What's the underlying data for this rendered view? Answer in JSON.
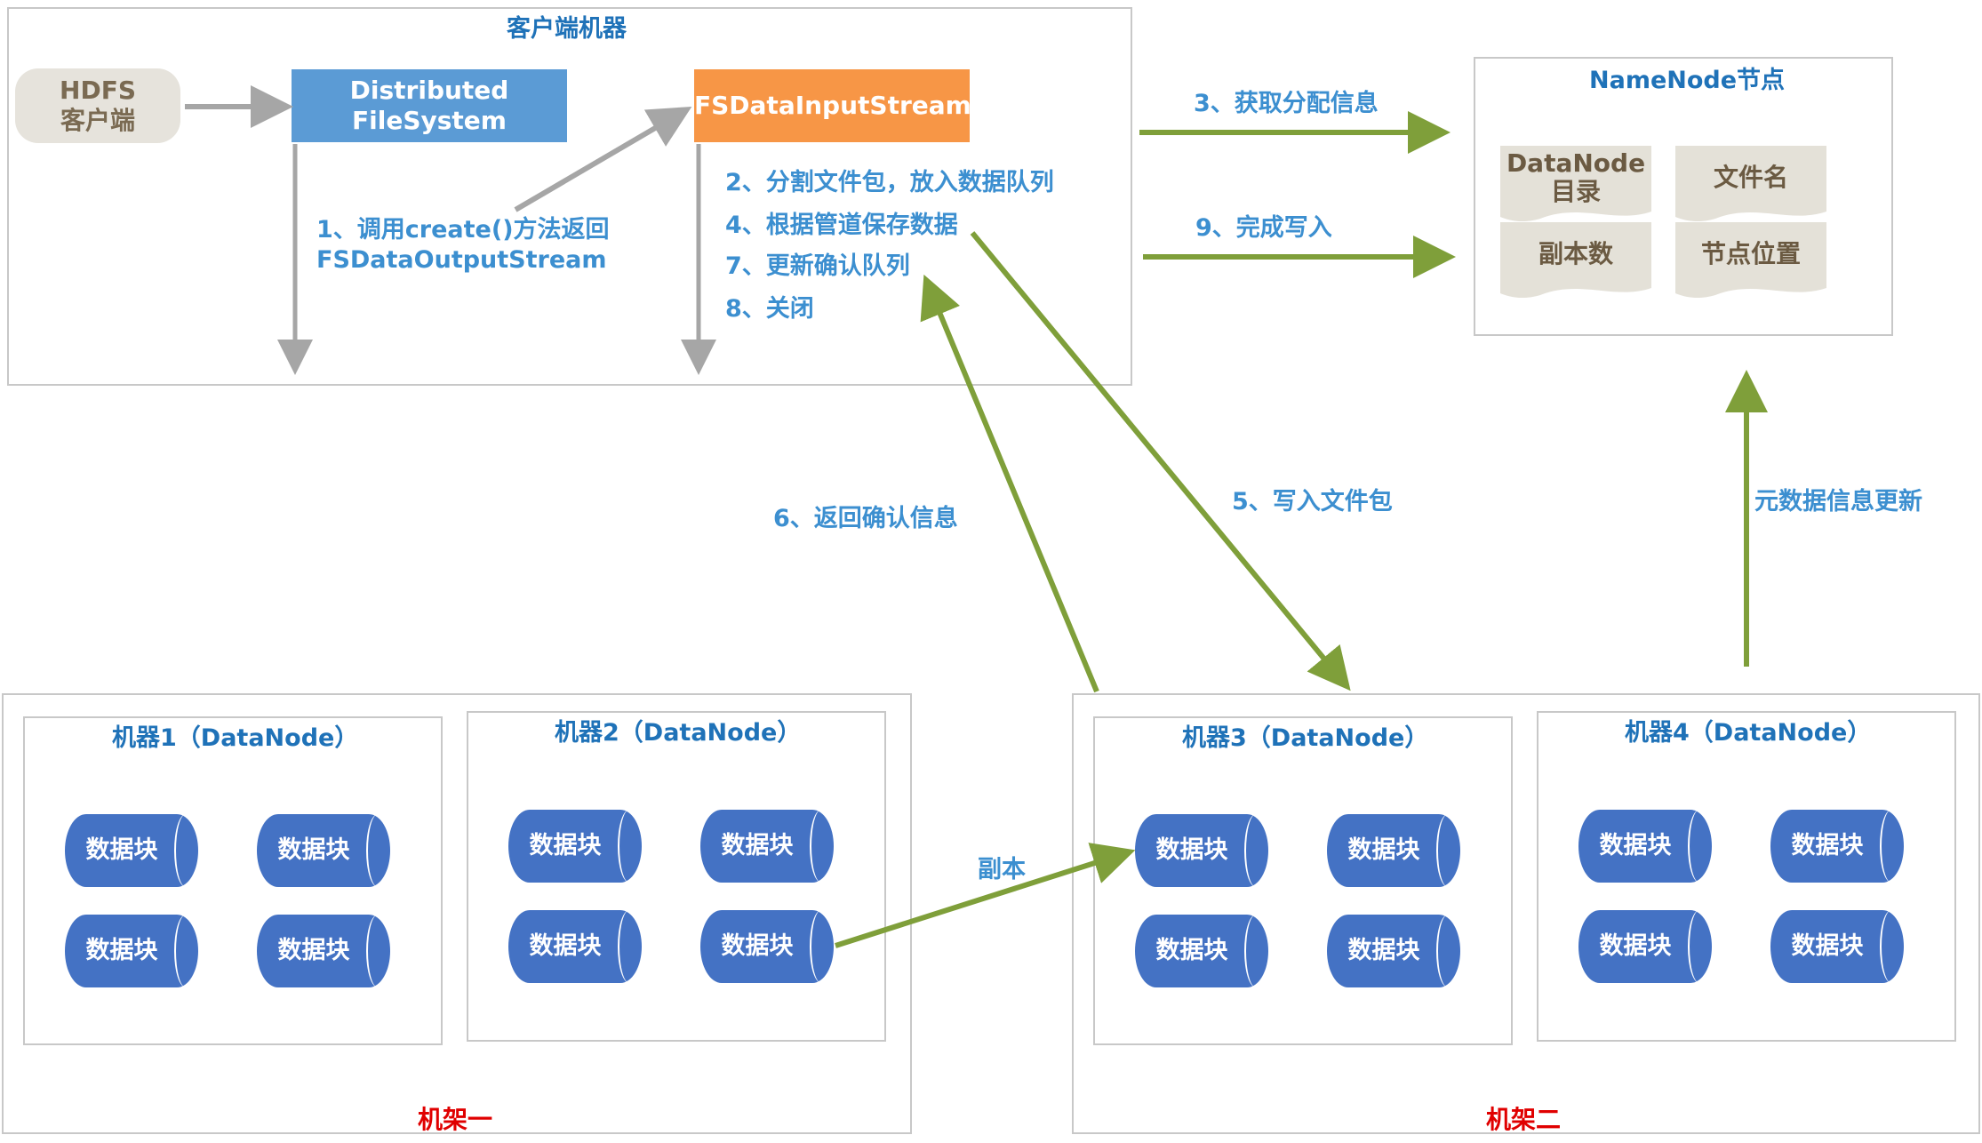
{
  "client": {
    "title": "客户端机器",
    "hdfs_client_line1": "HDFS",
    "hdfs_client_line2": "客户端",
    "dfs_line1": "Distributed",
    "dfs_line2": "FileSystem",
    "fsdis": "FSDataInputStream",
    "step1_line1": "1、调用create()方法返回",
    "step1_line2": "FSDataOutputStream",
    "step2": "2、分割文件包，放入数据队列",
    "step4": "4、根据管道保存数据",
    "step7": "7、更新确认队列",
    "step8": "8、关闭"
  },
  "namenode": {
    "title": "NameNode节点",
    "items": {
      "dir_line1": "DataNode",
      "dir_line2": "目录",
      "filename": "文件名",
      "replicas": "副本数",
      "location": "节点位置"
    }
  },
  "arrows": {
    "step3": "3、获取分配信息",
    "step9": "9、完成写入",
    "step5": "5、写入文件包",
    "step6": "6、返回确认信息",
    "metadata": "元数据信息更新",
    "replica": "副本"
  },
  "racks": {
    "rack1": "机架一",
    "rack2": "机架二"
  },
  "machines": {
    "m1": "机器1（DataNode）",
    "m2": "机器2（DataNode）",
    "m3": "机器3（DataNode）",
    "m4": "机器4（DataNode）"
  },
  "block_label": "数据块",
  "colors": {
    "arrow_green": "#7f9f3a",
    "arrow_gray": "#a6a6a6",
    "block_blue": "#4472c4",
    "title_blue": "#1f72b8",
    "rack_red": "#e00000"
  }
}
